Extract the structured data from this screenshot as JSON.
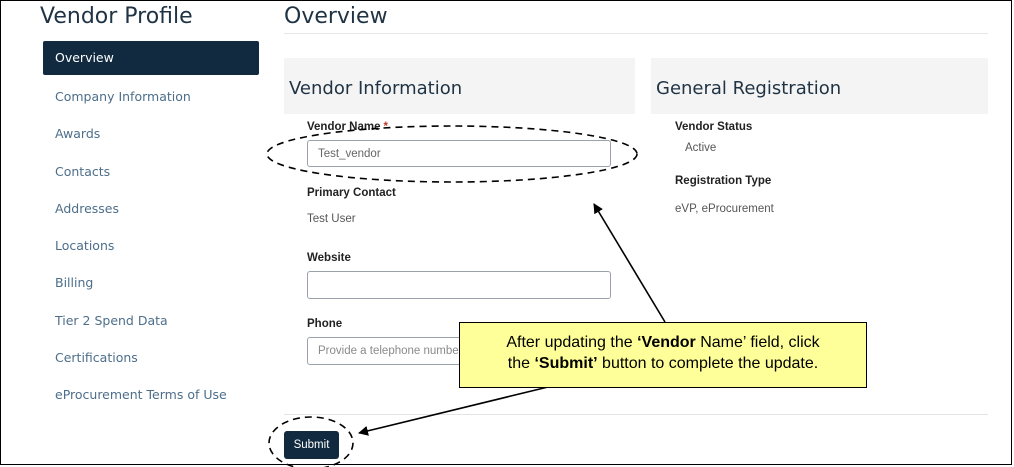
{
  "sidebar": {
    "title": "Vendor Profile",
    "items": [
      {
        "label": "Overview",
        "active": true
      },
      {
        "label": "Company Information"
      },
      {
        "label": "Awards"
      },
      {
        "label": "Contacts"
      },
      {
        "label": "Addresses"
      },
      {
        "label": "Locations"
      },
      {
        "label": "Billing"
      },
      {
        "label": "Tier 2 Spend Data"
      },
      {
        "label": "Certifications"
      },
      {
        "label": "eProcurement Terms of Use"
      }
    ]
  },
  "main": {
    "title": "Overview",
    "vendor_info": {
      "heading": "Vendor Information",
      "vendor_name_label": "Vendor Name",
      "required_mark": "*",
      "vendor_name_value": "Test_vendor",
      "primary_contact_label": "Primary Contact",
      "primary_contact_value": "Test User",
      "website_label": "Website",
      "website_value": "",
      "phone_label": "Phone",
      "phone_placeholder": "Provide a telephone number"
    },
    "general_registration": {
      "heading": "General Registration",
      "vendor_status_label": "Vendor Status",
      "vendor_status_value": "Active",
      "registration_type_label": "Registration Type",
      "registration_type_value": "eVP, eProcurement"
    },
    "submit_label": "Submit"
  },
  "annotation": {
    "line1_pre": "After updating the ",
    "line1_bold": "‘Vendor",
    "line1_post": " Name’ field, click",
    "line2_pre": "the ",
    "line2_bold": "‘Submit’",
    "line2_post": " button to complete the update."
  },
  "colors": {
    "nav_active_bg": "#112a40",
    "nav_link": "#4d6e8a",
    "panel_bg": "#f4f4f4",
    "callout_bg": "#ffff99",
    "required": "#c0392b"
  }
}
